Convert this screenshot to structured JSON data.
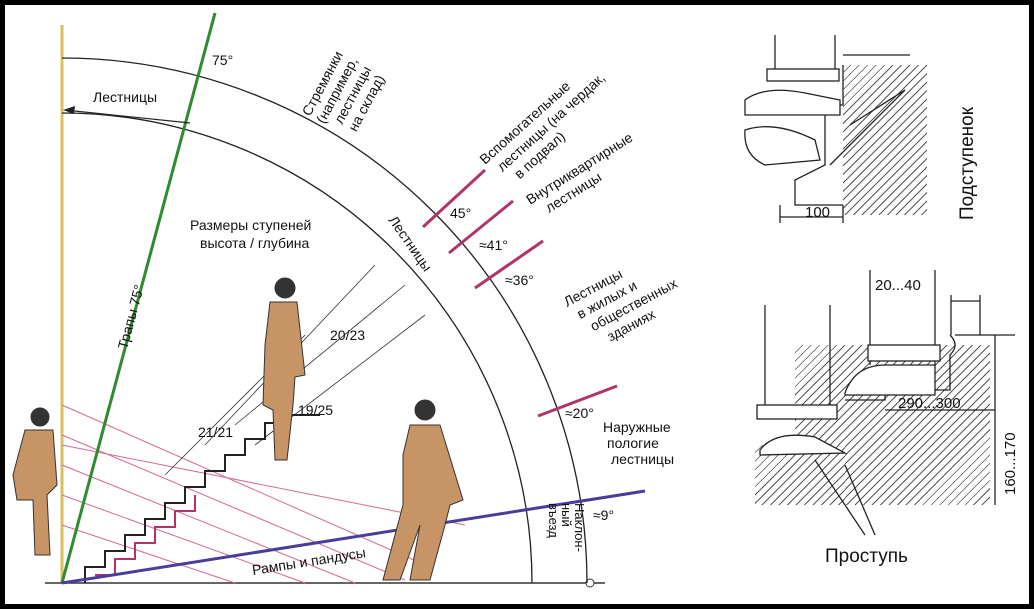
{
  "left_diagram": {
    "ladders_label": "Лестницы",
    "angle_75": "75°",
    "trapy_label": "Трапы 75°",
    "stepladders_label": [
      "Стремянки",
      "(например,",
      "лестницы",
      "на склад)"
    ],
    "stairs_arc_label": "Лестницы",
    "step_sizes_label": [
      "Размеры ступеней",
      "высота / глубина"
    ],
    "ratio_20_23": "20/23",
    "ratio_19_25": "19/25",
    "ratio_21_21": "21/21",
    "auxiliary_label": [
      "Вспомогательные",
      "лестницы (на чердак,",
      "в подвал)"
    ],
    "angle_45": "45°",
    "internal_label": [
      "Внутриквартирные",
      "лестницы"
    ],
    "angle_41": "≈41°",
    "angle_36": "≈36°",
    "residential_label": [
      "Лестницы",
      "в  жилых  и",
      "общественных",
      "зданиях"
    ],
    "angle_20": "≈20°",
    "outdoor_label": [
      "Наружные",
      "пологие",
      "лестницы"
    ],
    "ramps_label": "Рампы и  пандусы",
    "incline_label": [
      "Наклон-",
      "ный",
      "въезд"
    ],
    "angle_9": "≈9°"
  },
  "right_diagram": {
    "riser_label": "Подступенок",
    "dim_100": "100",
    "dim_20_40": "20...40",
    "dim_290_300": "290...300",
    "dim_160_170": "160...170",
    "tread_label": "Проступь"
  },
  "colors": {
    "green_line": "#2e8b2e",
    "blue_line": "#4a3c9a",
    "magenta": "#b0336a",
    "figure": "#c79466",
    "axis": "#d8c060"
  }
}
